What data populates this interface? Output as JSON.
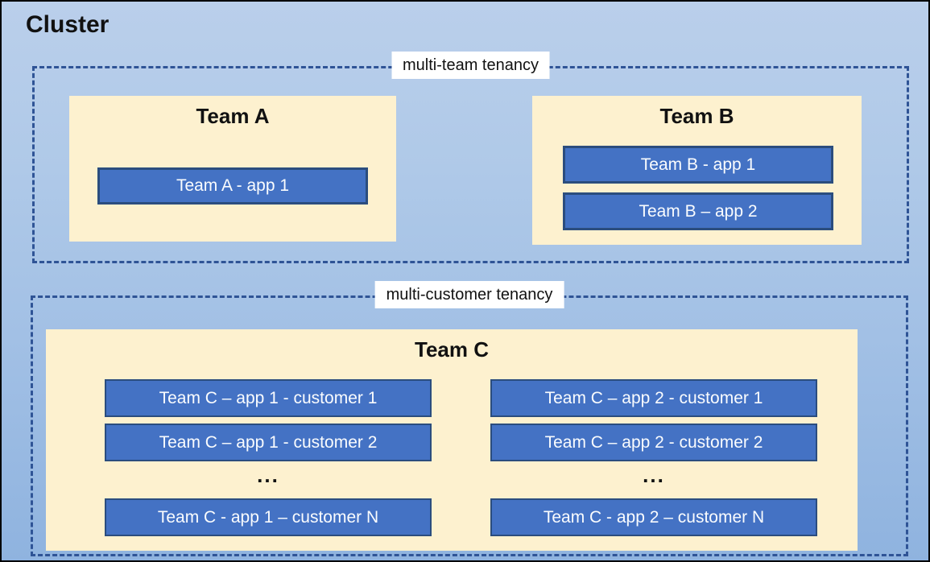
{
  "diagram": {
    "title": "Cluster",
    "multi_team": {
      "label": "multi-team tenancy",
      "team_a": {
        "name": "Team A",
        "apps": [
          "Team A - app 1"
        ]
      },
      "team_b": {
        "name": "Team B",
        "apps": [
          "Team B - app 1",
          "Team B – app 2"
        ]
      }
    },
    "multi_customer": {
      "label": "multi-customer tenancy",
      "team_c": {
        "name": "Team C",
        "ellipsis": "...",
        "column_1": [
          "Team C – app 1 - customer 1",
          "Team C – app 1 - customer 2",
          "Team C - app 1 – customer N"
        ],
        "column_2": [
          "Team C – app 2 - customer 1",
          "Team C – app 2 - customer 2",
          "Team C - app 2 – customer N"
        ]
      }
    }
  },
  "colors": {
    "background_top": "#BACFEB",
    "background_bottom": "#8FB3DF",
    "panel_cream": "#FDF1CF",
    "app_fill_blue": "#4472C4",
    "app_border_navy": "#2B4D7E",
    "dashed_border_blue": "#2F5496",
    "label_background": "#FFFFFF",
    "text_dark": "#111111",
    "text_light": "#FAFCFE",
    "outer_border": "#000000"
  }
}
